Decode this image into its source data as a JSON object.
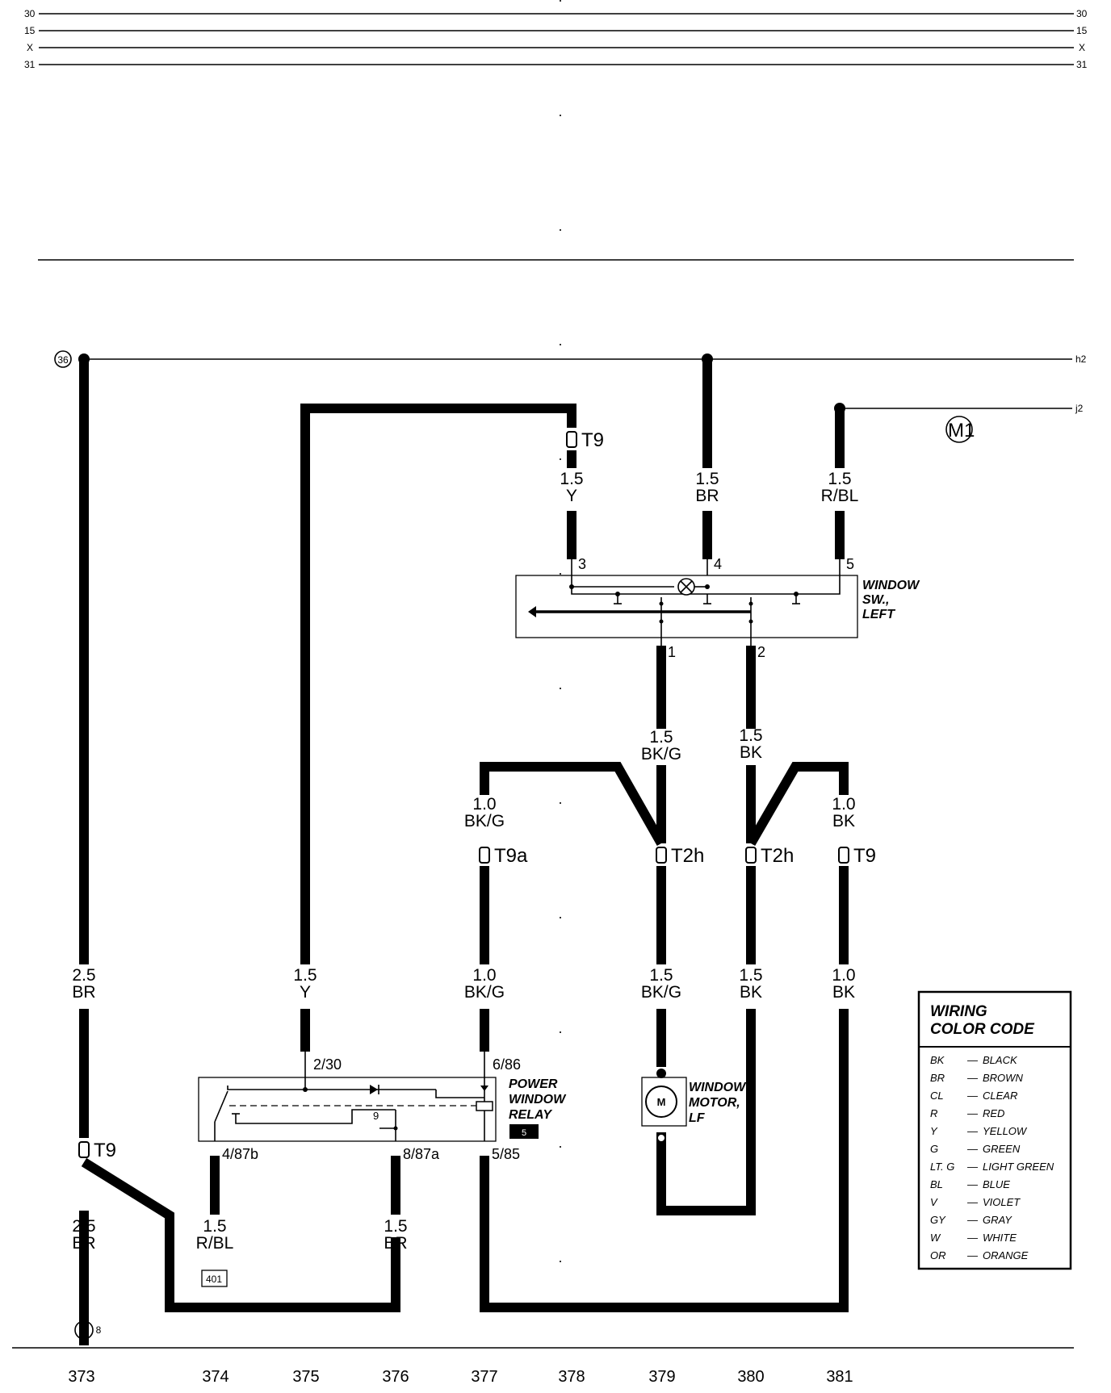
{
  "bus": {
    "lines": [
      {
        "left": "30",
        "right": "30"
      },
      {
        "left": "15",
        "right": "15"
      },
      {
        "left": "X",
        "right": "X"
      },
      {
        "left": "31",
        "right": "31"
      }
    ]
  },
  "refs": {
    "ground_top": "36",
    "ground_bottom": "8",
    "h2": "h2",
    "j2": "j2",
    "m1": "M1",
    "fuse5": "5",
    "box401": "401"
  },
  "connectors": {
    "t9_375": "T9",
    "t9a": "T9a",
    "t2h_379": "T2h",
    "t2h_380": "T2h",
    "t9_381": "T9",
    "t9_373": "T9"
  },
  "wires": {
    "w375_top": {
      "gauge": "1.5",
      "color": "Y"
    },
    "w379_top": {
      "gauge": "1.5",
      "color": "BR"
    },
    "w381_top": {
      "gauge": "1.5",
      "color": "R/BL"
    },
    "w379_mid": {
      "gauge": "1.5",
      "color": "BK/G"
    },
    "w380_mid": {
      "gauge": "1.5",
      "color": "BK"
    },
    "w377_up": {
      "gauge": "1.0",
      "color": "BK/G"
    },
    "w381_up": {
      "gauge": "1.0",
      "color": "BK"
    },
    "w373": {
      "gauge": "2.5",
      "color": "BR"
    },
    "w375": {
      "gauge": "1.5",
      "color": "Y"
    },
    "w377": {
      "gauge": "1.0",
      "color": "BK/G"
    },
    "w379_low": {
      "gauge": "1.5",
      "color": "BK/G"
    },
    "w380_low": {
      "gauge": "1.5",
      "color": "BK"
    },
    "w381_low": {
      "gauge": "1.0",
      "color": "BK"
    },
    "w373_low": {
      "gauge": "2.5",
      "color": "BR"
    },
    "w374": {
      "gauge": "1.5",
      "color": "R/BL"
    },
    "w376": {
      "gauge": "1.5",
      "color": "BR"
    }
  },
  "pins": {
    "sw3": "3",
    "sw4": "4",
    "sw5": "5",
    "sw1": "1",
    "sw2": "2",
    "r230": "2/30",
    "r686": "6/86",
    "r487b": "4/87b",
    "r887a": "8/87a",
    "r585": "5/85"
  },
  "components": {
    "switch": [
      "WINDOW",
      "SW.,",
      "LEFT"
    ],
    "relay": [
      "POWER",
      "WINDOW",
      "RELAY"
    ],
    "motor": [
      "WINDOW",
      "MOTOR,",
      "LF"
    ],
    "motor_symbol": "M"
  },
  "color_code": {
    "title": [
      "WIRING",
      "COLOR CODE"
    ],
    "items": [
      {
        "code": "BK",
        "name": "BLACK"
      },
      {
        "code": "BR",
        "name": "BROWN"
      },
      {
        "code": "CL",
        "name": "CLEAR"
      },
      {
        "code": "R",
        "name": "RED"
      },
      {
        "code": "Y",
        "name": "YELLOW"
      },
      {
        "code": "G",
        "name": "GREEN"
      },
      {
        "code": "LT. G",
        "name": "LIGHT GREEN"
      },
      {
        "code": "BL",
        "name": "BLUE"
      },
      {
        "code": "V",
        "name": "VIOLET"
      },
      {
        "code": "GY",
        "name": "GRAY"
      },
      {
        "code": "W",
        "name": "WHITE"
      },
      {
        "code": "OR",
        "name": "ORANGE"
      }
    ]
  },
  "grid_numbers": [
    "373",
    "374",
    "375",
    "376",
    "377",
    "378",
    "379",
    "380",
    "381"
  ]
}
